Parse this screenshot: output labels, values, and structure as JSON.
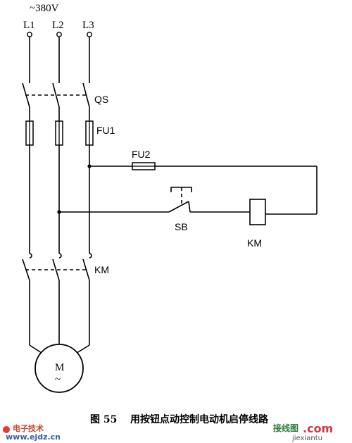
{
  "supply_label": "~380V",
  "phases": [
    "L1",
    "L2",
    "L3"
  ],
  "components": {
    "main_switch": "QS",
    "main_fuses": "FU1",
    "control_fuse": "FU2",
    "push_button": "SB",
    "contactor_coil": "KM",
    "contactor_contacts": "KM",
    "motor_letter": "M",
    "motor_symbol": "~"
  },
  "caption": {
    "figure_no": "图 55",
    "title": "用按钮点动控制电动机启停线路"
  },
  "watermarks": {
    "left_brand": "电子技术",
    "left_url": "www.ejdz.cn",
    "right_brand": "接线图",
    "right_url": "jiexiantu",
    "right_com": ".com"
  }
}
